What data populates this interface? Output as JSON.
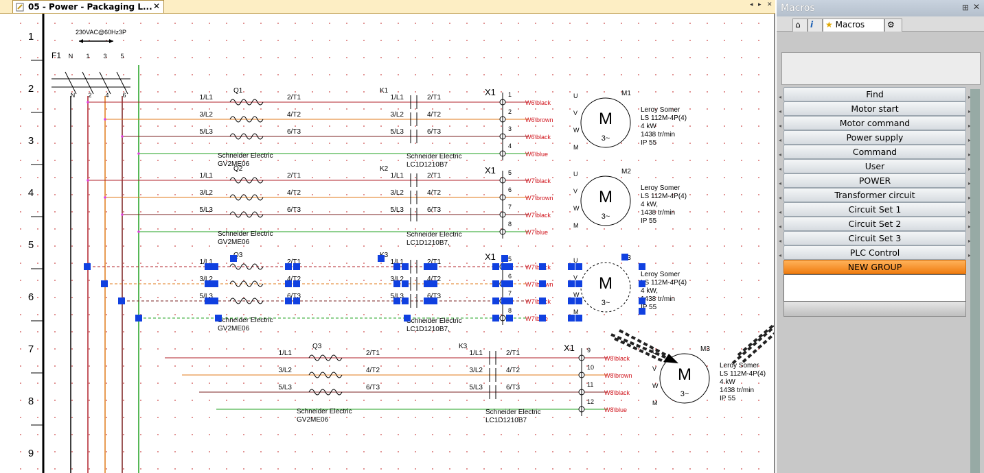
{
  "document_tab": {
    "title": "05 - Power - Packaging L...",
    "close": "✕",
    "nav_left": "◂",
    "nav_right": "▸",
    "nav_close": "✕"
  },
  "panel": {
    "title": "Macros",
    "pin": "⊞",
    "close": "✕",
    "tabs": [
      {
        "icon": "home-icon",
        "label": ""
      },
      {
        "icon": "info-icon",
        "label": ""
      },
      {
        "icon": "star-icon",
        "label": "Macros"
      },
      {
        "icon": "gear-icon",
        "label": ""
      }
    ],
    "groups": [
      "Find",
      "Motor start",
      "Motor command",
      "Power supply",
      "Command",
      "User",
      "POWER",
      "Transformer circuit",
      "Circuit Set 1",
      "Circuit Set 2",
      "Circuit Set 3",
      "PLC Control"
    ],
    "active_group": "NEW GROUP"
  },
  "schematic": {
    "rows": [
      "1",
      "2",
      "3",
      "4",
      "5",
      "6",
      "7",
      "8",
      "9"
    ],
    "supply": "230VAC@60Hz3P",
    "fuse": "F1",
    "fuse_top": [
      "N",
      "1",
      "3",
      "5"
    ],
    "fuse_bottom": [
      "N",
      "2",
      "4",
      "6"
    ],
    "circuits": [
      {
        "breaker": "Q1",
        "contactor": "K1",
        "terminal": "X1",
        "motor": "M1",
        "breaker_brand": "Schneider Electric",
        "breaker_ref": "GV2ME06",
        "contactor_brand": "Schneider Electric",
        "contactor_ref": "LC1D1210B7",
        "terminals": [
          "1",
          "2",
          "3",
          "4"
        ],
        "wires": [
          "W6\\black",
          "W6\\brown",
          "W6\\black",
          "W6\\blue"
        ],
        "motor_brand": "Leroy Somer",
        "motor_model": "LS 112M-4P(4)",
        "motor_power": "4 kW",
        "motor_speed": "1438 tr/min",
        "motor_ip": "IP 55"
      },
      {
        "breaker": "Q2",
        "contactor": "K2",
        "terminal": "X1",
        "motor": "M2",
        "breaker_brand": "Schneider Electric",
        "breaker_ref": "GV2ME06",
        "contactor_brand": "Schneider Electric",
        "contactor_ref": "LC1D1210B7,",
        "terminals": [
          "5",
          "6",
          "7",
          "8"
        ],
        "wires": [
          "W7\\black",
          "W7\\brown",
          "W7\\black",
          "W7\\blue"
        ],
        "motor_brand": "Leroy Somer",
        "motor_model": "LS 112M-4P(4)",
        "motor_power": "4 kW,",
        "motor_speed": "1438 tr/min",
        "motor_ip": "IP 55"
      },
      {
        "breaker": "Q3",
        "contactor": "K3",
        "terminal": "X1",
        "motor": "M3",
        "breaker_brand": "Schneider Electric",
        "breaker_ref": "GV2ME06",
        "contactor_brand": "Schneider Electric",
        "contactor_ref": "LC1D1210B7",
        "terminals": [
          "9",
          "10",
          "11",
          "12"
        ],
        "wires": [
          "W8\\black",
          "W8\\brown",
          "W8\\black",
          "W8\\blue"
        ],
        "motor_brand": "Leroy Somer",
        "motor_model": "LS 112M-4P(4)",
        "motor_power": "4 kW",
        "motor_speed": "1438 tr/min",
        "motor_ip": "IP 55"
      }
    ],
    "breaker_pins_in": [
      "1/L1",
      "3/L2",
      "5/L3"
    ],
    "breaker_pins_out": [
      "2/T1",
      "4/T2",
      "6/T3"
    ],
    "motor_pins": [
      "U",
      "V",
      "W",
      "M"
    ],
    "motor_symbol": "M",
    "motor_phase": "3~",
    "colors": {
      "l1": "#b0212a",
      "l2": "#e07a1a",
      "l3": "#7a1f1f",
      "n": "#1fa01f",
      "wire_text": "#d0141c",
      "select": "#1040e0"
    }
  }
}
